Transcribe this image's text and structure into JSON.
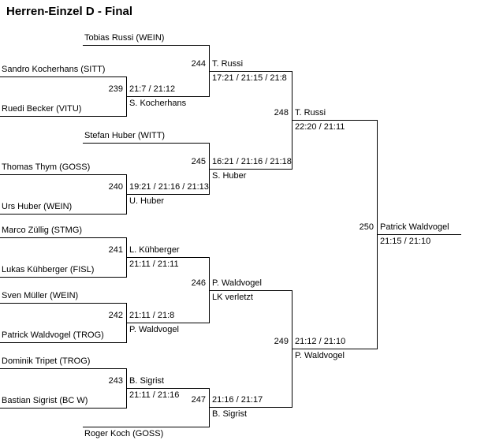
{
  "title": "Herren-Einzel D - Final",
  "bracket": {
    "entries": {
      "tobias_russi": "Tobias Russi (WEIN)",
      "sandro_kocherhans": "Sandro Kocherhans (SITT)",
      "ruedi_becker": "Ruedi Becker (VITU)",
      "stefan_huber": "Stefan Huber (WITT)",
      "thomas_thym": "Thomas Thym (GOSS)",
      "urs_huber": "Urs Huber (WEIN)",
      "marco_zuellig": "Marco Züllig (STMG)",
      "lukas_kuehberger": "Lukas Kühberger (FISL)",
      "sven_mueller": "Sven Müller (WEIN)",
      "patrick_waldvogel": "Patrick Waldvogel (TROG)",
      "dominik_tripet": "Dominik Tripet (TROG)",
      "bastian_sigrist": "Bastian Sigrist (BC W)",
      "roger_koch": "Roger Koch (GOSS)"
    },
    "matches": {
      "m239": {
        "number": "239",
        "winner": "S. Kocherhans",
        "score": "21:7 / 21:12"
      },
      "m240": {
        "number": "240",
        "winner": "U. Huber",
        "score": "19:21 / 21:16 / 21:13"
      },
      "m241": {
        "number": "241",
        "winner": "L. Kühberger",
        "score": "21:11 / 21:11"
      },
      "m242": {
        "number": "242",
        "winner": "P. Waldvogel",
        "score": "21:11 / 21:8"
      },
      "m243": {
        "number": "243",
        "winner": "B. Sigrist",
        "score": "21:11 / 21:16"
      },
      "m244": {
        "number": "244",
        "winner": "T. Russi",
        "score": "17:21 / 21:15 / 21:8"
      },
      "m245": {
        "number": "245",
        "winner": "S. Huber",
        "score": "16:21 / 21:16 / 21:18"
      },
      "m246": {
        "number": "246",
        "winner": "P. Waldvogel",
        "score": "LK verletzt"
      },
      "m247": {
        "number": "247",
        "winner": "B. Sigrist",
        "score": "21:16 / 21:17"
      },
      "m248": {
        "number": "248",
        "winner": "T. Russi",
        "score": "22:20 / 21:11"
      },
      "m249": {
        "number": "249",
        "winner": "P. Waldvogel",
        "score": "21:12 / 21:10"
      },
      "m250": {
        "number": "250",
        "winner": "Patrick Waldvogel",
        "score": "21:15 / 21:10"
      }
    }
  }
}
